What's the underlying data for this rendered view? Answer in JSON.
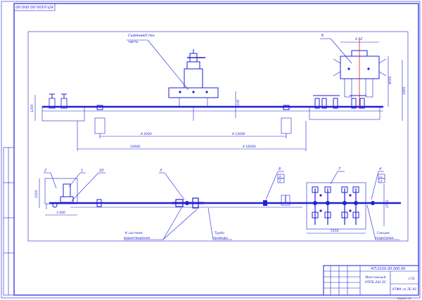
{
  "drawing": {
    "stamp_code_rotated": "КП.0100.00.000.00",
    "upper_view": {
      "callout_label_line1": "Съёмная/Стен",
      "callout_label_line2": "часть",
      "callout_number_right": "6",
      "dim_top_right": "4 5Z",
      "dim_right_vertical_1": "4000",
      "dim_right_vertical_2": "1900",
      "dim_left_vertical": "1200",
      "dim_bottom_1": "4 2000",
      "dim_bottom_2": "4 12000",
      "dim_bottom_3": "16600",
      "dim_bottom_4": "4 16000",
      "dim_mid_small": "1100"
    },
    "lower_view": {
      "callout_numbers": [
        "2",
        "1",
        "10",
        "3",
        "8",
        "7",
        "4"
      ],
      "stack_numbers": [
        "9",
        "5"
      ],
      "stack_numbers_right": [
        "12",
        "13"
      ],
      "dim_left_vertical": "1000",
      "dim_left_bottom": "3 000",
      "dim_right_bottom": "5150",
      "dim_right_vertical": "2760",
      "label_system_line1": "К системе",
      "label_system_line2": "водоотведения",
      "label_pipe_line1": "Трубо",
      "label_pipe_line2": "проводы",
      "label_section_line1": "Секция",
      "label_section_line2": "подогрева"
    },
    "title_block": {
      "code": "КП.0100.00.000.00",
      "name_line1": "Монтажный",
      "name_line2": "УППБ-2Ю-2С",
      "sheet_scale": "1:50",
      "org": "АТФК гр.ЗЕ-41",
      "bottom_right": "Формат А1"
    }
  }
}
